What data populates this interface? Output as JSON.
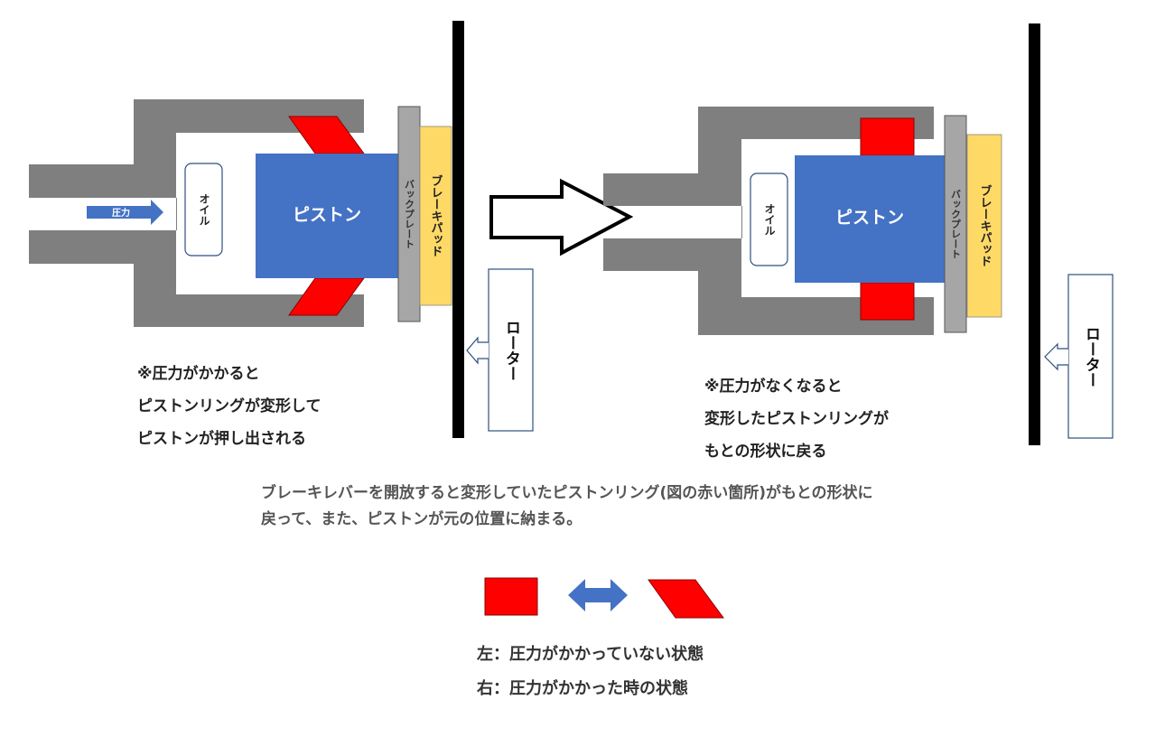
{
  "colors": {
    "housing": "#7f7f7f",
    "piston": "#4472c4",
    "ring": "#ff0000",
    "pad": "#ffd966",
    "backplate": "#a6a6a6",
    "rotor": "#000000",
    "arrow_blue": "#4472c4"
  },
  "left_figure": {
    "pressure_label": "圧力",
    "oil_label": "オイル",
    "piston_label": "ピストン",
    "backplate_label": "バックプレート",
    "pad_label": "ブレーキパッド",
    "rotor_label": "ローター",
    "caption_lines": [
      "※圧力がかかると",
      "ピストンリングが変形して",
      "ピストンが押し出される"
    ]
  },
  "right_figure": {
    "oil_label": "オイル",
    "piston_label": "ピストン",
    "backplate_label": "バックプレート",
    "pad_label": "ブレーキパッド",
    "rotor_label": "ローター",
    "caption_lines": [
      "※圧力がなくなると",
      "変形したピストンリングが",
      "もとの形状に戻る"
    ]
  },
  "description_lines": [
    "ブレーキレバーを開放すると変形していたピストンリング(図の赤い箇所)がもとの形状に",
    "戻って、また、ピストンが元の位置に納まる。"
  ],
  "legend": {
    "lines": [
      "左：圧力がかかっていない状態",
      "右：圧力がかかった時の状態"
    ]
  }
}
